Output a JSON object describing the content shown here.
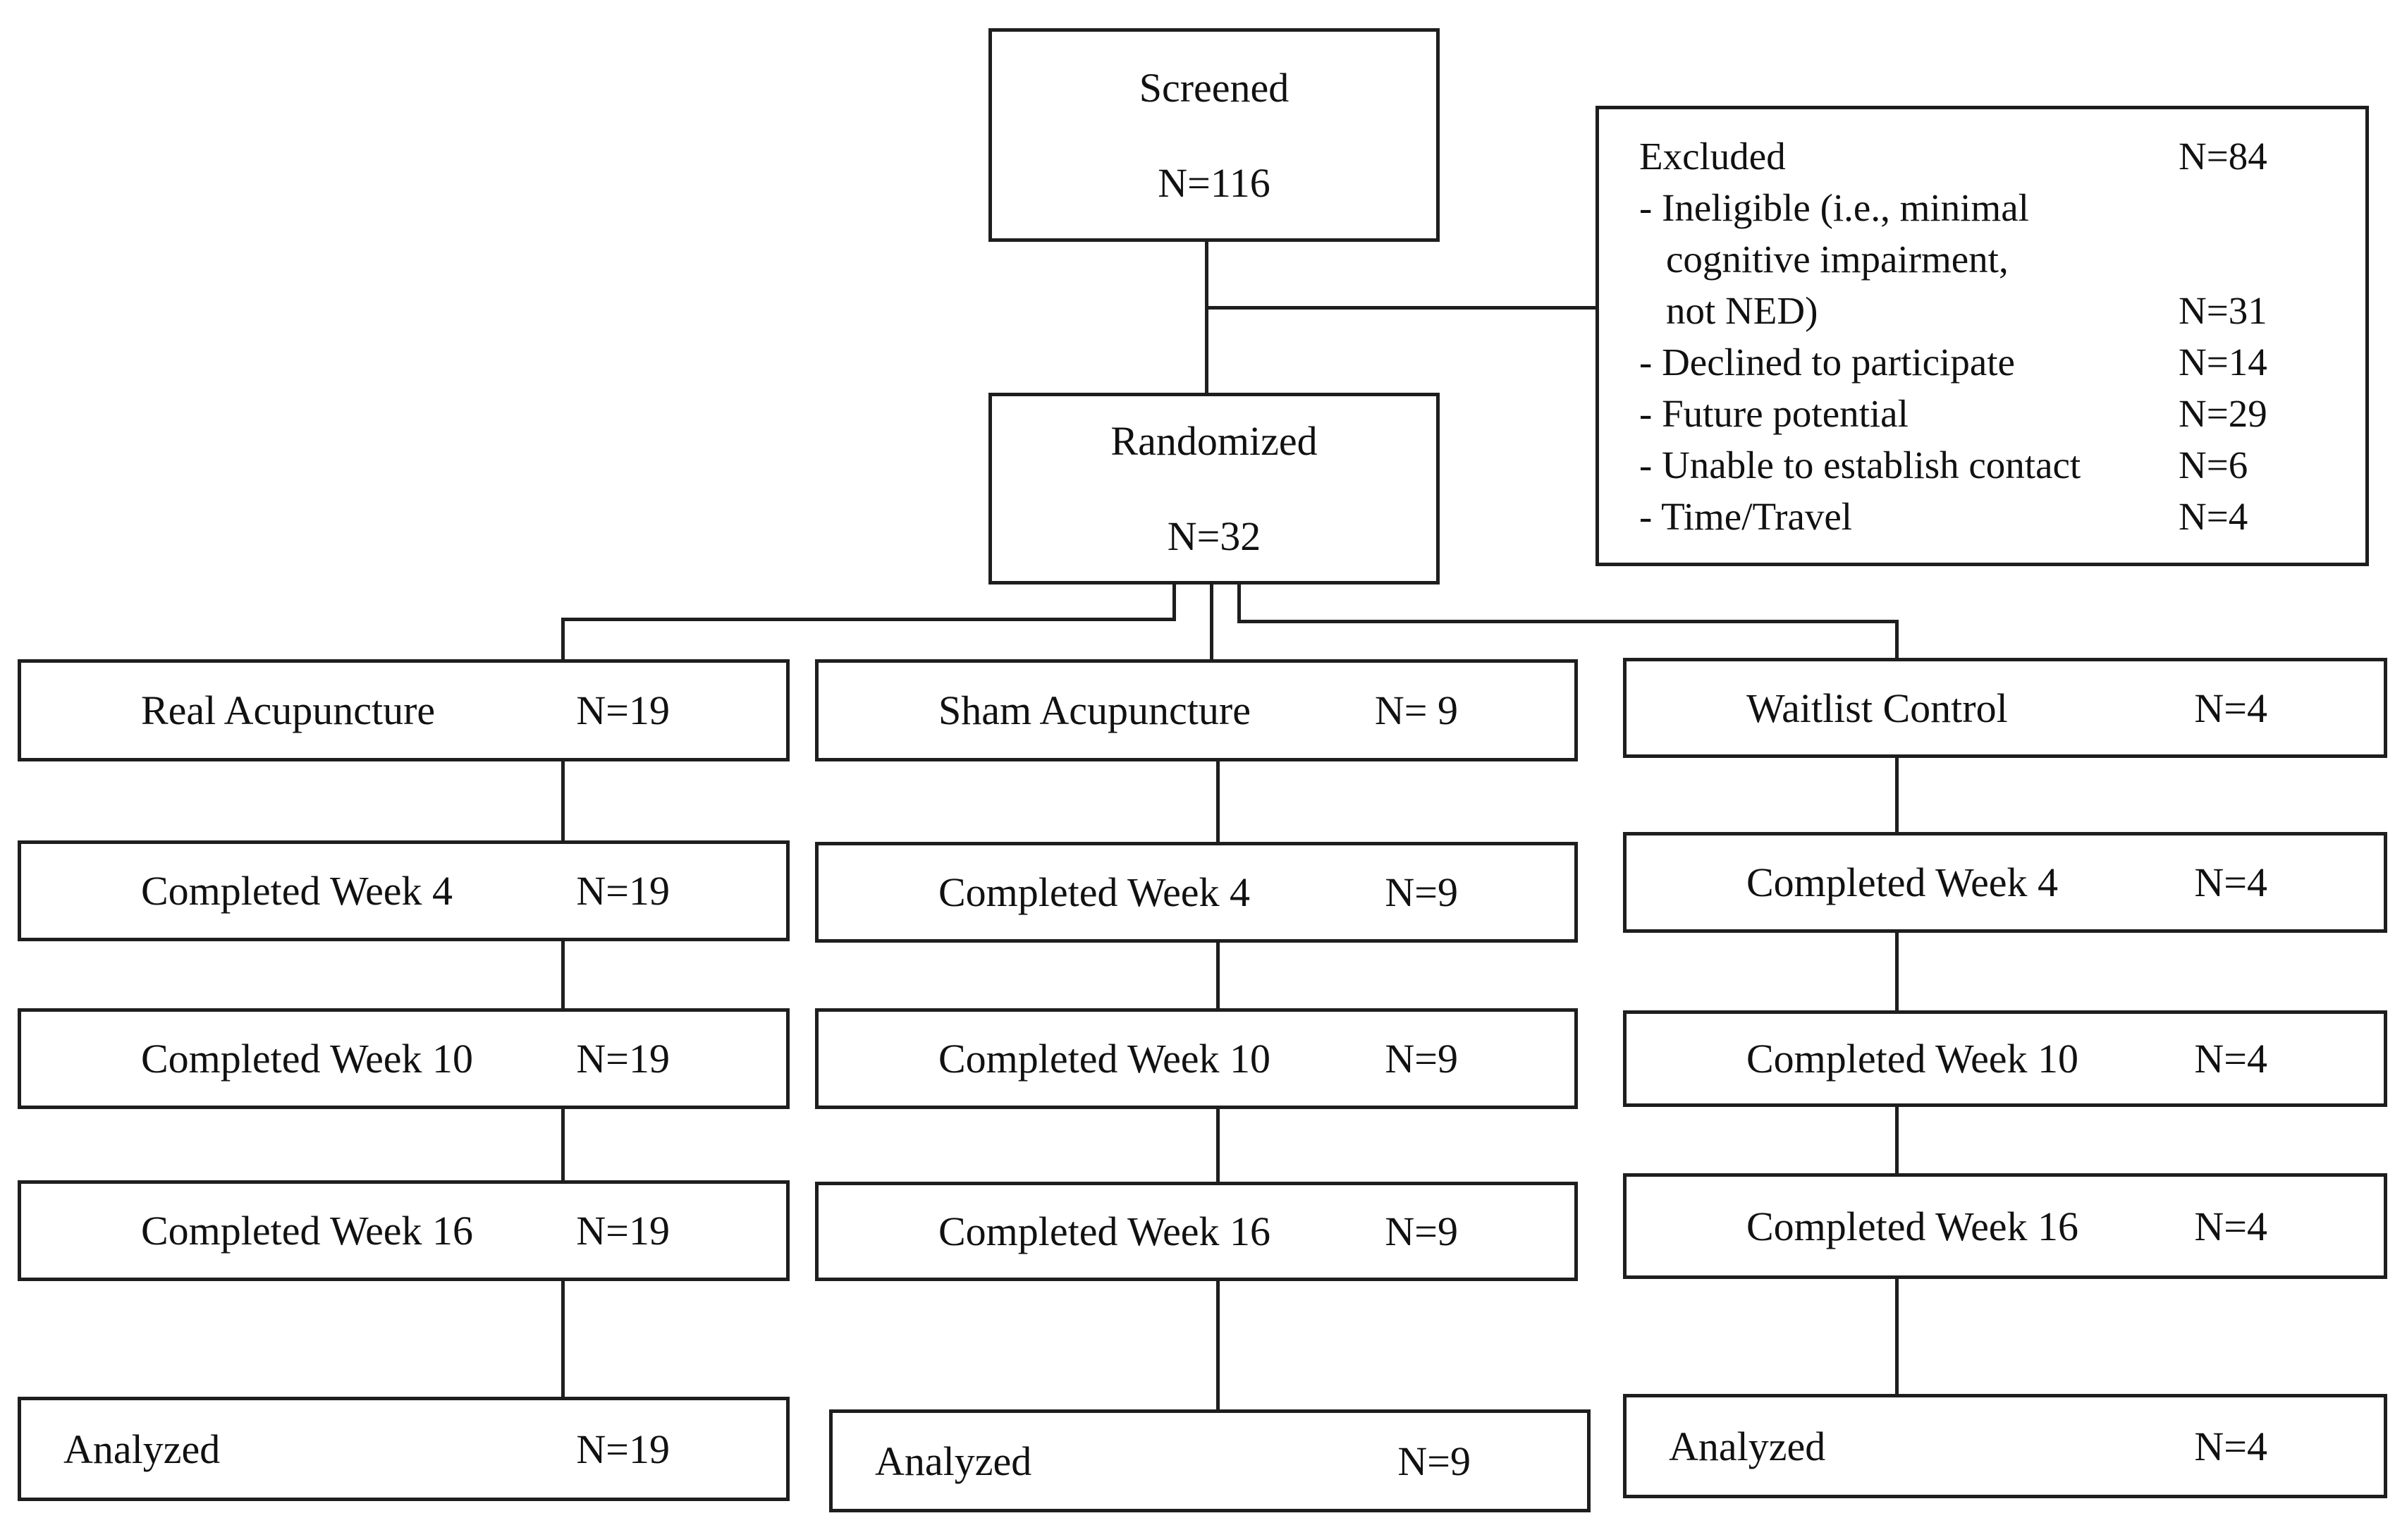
{
  "screened": {
    "label": "Screened",
    "n": "N=116"
  },
  "randomized": {
    "label": "Randomized",
    "n": "N=32"
  },
  "excluded": {
    "rows": [
      {
        "text": "Excluded",
        "n": "N=84"
      },
      {
        "text": "- Ineligible (i.e., minimal",
        "n": ""
      },
      {
        "text": "cognitive impairment,",
        "n": ""
      },
      {
        "text": "not NED)",
        "n": "N=31"
      },
      {
        "text": "- Declined to participate",
        "n": "N=14"
      },
      {
        "text": "- Future potential",
        "n": "N=29"
      },
      {
        "text": "- Unable to establish contact",
        "n": "N=6"
      },
      {
        "text": "- Time/Travel",
        "n": "N=4"
      }
    ]
  },
  "arms": [
    {
      "label": "Real Acupuncture",
      "n": "N=19",
      "stages": [
        {
          "label": "Completed Week 4",
          "n": "N=19"
        },
        {
          "label": "Completed Week 10",
          "n": "N=19"
        },
        {
          "label": "Completed Week 16",
          "n": "N=19"
        },
        {
          "label": "Analyzed",
          "n": "N=19"
        }
      ]
    },
    {
      "label": "Sham Acupuncture",
      "n": "N= 9",
      "stages": [
        {
          "label": "Completed Week 4",
          "n": "N=9"
        },
        {
          "label": "Completed Week 10",
          "n": "N=9"
        },
        {
          "label": "Completed Week 16",
          "n": "N=9"
        },
        {
          "label": "Analyzed",
          "n": "N=9"
        }
      ]
    },
    {
      "label": "Waitlist Control",
      "n": "N=4",
      "stages": [
        {
          "label": "Completed Week 4",
          "n": "N=4"
        },
        {
          "label": "Completed Week 10",
          "n": "N=4"
        },
        {
          "label": "Completed Week 16",
          "n": "N=4"
        },
        {
          "label": "Analyzed",
          "n": "N=4"
        }
      ]
    }
  ],
  "colors": {
    "line": "#1e1e1e",
    "background": "#ffffff",
    "text": "#111111"
  }
}
